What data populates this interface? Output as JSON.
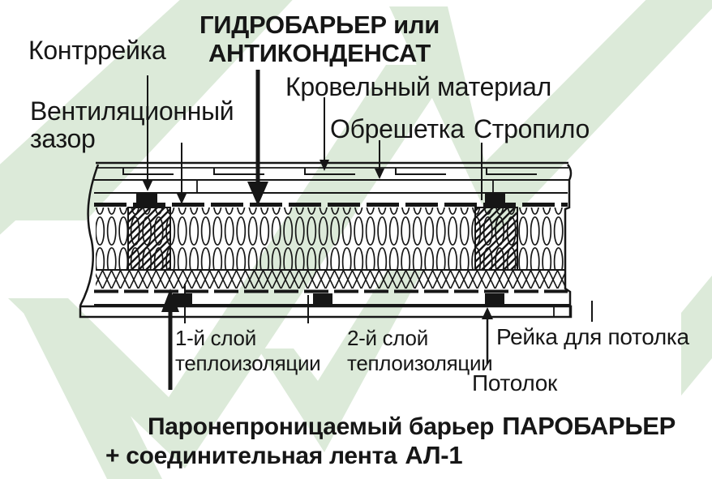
{
  "colors": {
    "watermark": "#dcead9",
    "ink": "#161616"
  },
  "title": {
    "line1": "ГИДРОБАРЬЕР или",
    "line2": "АНТИКОНДЕНСАТ"
  },
  "labels": {
    "kontrreyka": "Контррейка",
    "vent_gap": "Вентиляционный\nзазор",
    "roofing": "Кровельный материал",
    "obreshetka": "Обрешетка",
    "stropilo": "Стропило",
    "insulation_layer1": "1-й слой\nтеплоизоляции",
    "insulation_layer2": "2-й слой\nтеплоизоляции",
    "ceiling_batten": "Рейка для потолка",
    "ceiling": "Потолок"
  },
  "footer": {
    "line1_text": "Паронепроницаемый барьер",
    "line1_product": "ПАРОБАРЬЕР",
    "line2_text": "+ соединительная лента",
    "line2_product": "АЛ-1"
  }
}
